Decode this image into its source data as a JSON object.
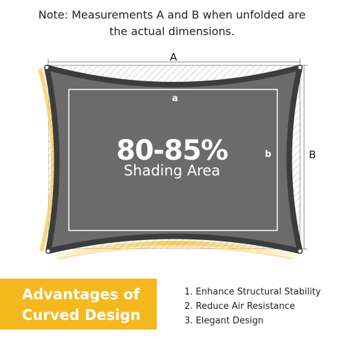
{
  "note": {
    "line1": "Note: Measurements A and B when unfolded are",
    "line2": "the actual dimensions."
  },
  "diagram": {
    "label_A": "A",
    "label_B": "B",
    "label_a": "a",
    "label_b": "b",
    "shading_percent": "80-85%",
    "shading_text": "Shading Area"
  },
  "advantages": {
    "title_line1": "Advantages of",
    "title_line2": "Curved Design",
    "items": [
      "1. Enhance Structural Stability",
      "2. Reduce Air Resistance",
      "3. Elegant Design"
    ]
  },
  "colors": {
    "sail": "#6b6b6b",
    "sail_edge": "#3c3c3c",
    "accent": "#f5b81f",
    "hatch": "#b5b5b5"
  }
}
